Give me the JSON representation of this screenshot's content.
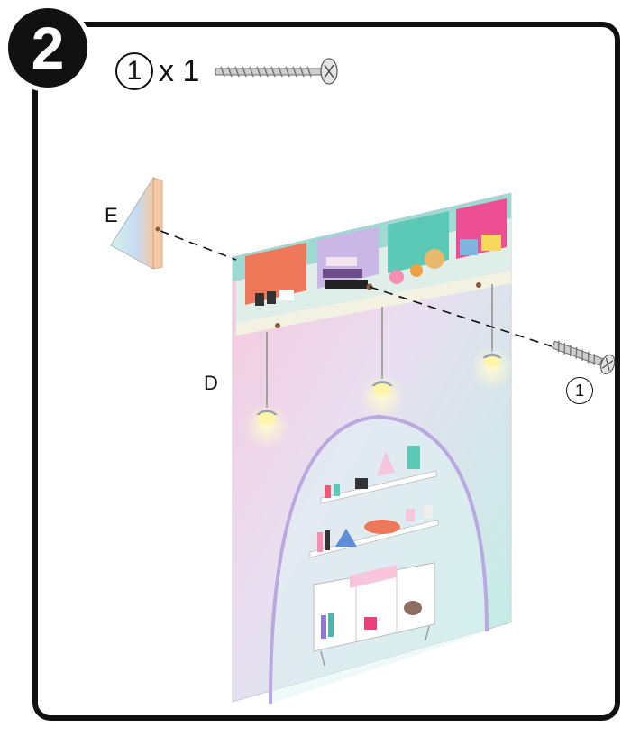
{
  "step": {
    "number": "2"
  },
  "parts": {
    "part_number": "1",
    "quantity": "x 1"
  },
  "labels": {
    "piece_e": "E",
    "piece_d": "D",
    "screw_callout": "1"
  },
  "colors": {
    "frame": "#111111",
    "shelf_teal": "#9ed9d2",
    "box_orange": "#f0785a",
    "box_lavender": "#c9b7e6",
    "box_teal": "#5cc9b6",
    "box_pink": "#ee4f94",
    "lamp_glow": "#fff6a8"
  },
  "icons": [
    "screw-icon",
    "wedge-piece-icon",
    "wall-panel-icon"
  ]
}
